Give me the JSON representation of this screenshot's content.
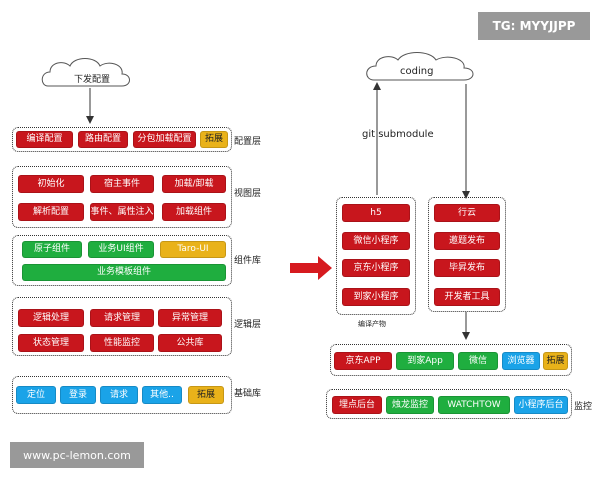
{
  "watermark_top": "TG: MYYJJPP",
  "watermark_bottom": "www.pc-lemon.com",
  "left": {
    "cloud_label": "下发配置",
    "config_layer": {
      "label": "配置层",
      "items": [
        "编译配置",
        "路由配置",
        "分包加载配置"
      ],
      "extend": "拓展"
    },
    "view_layer": {
      "label": "视图层",
      "items": [
        "初始化",
        "宿主事件",
        "加载/卸载",
        "解析配置",
        "事件、属性注入",
        "加载组件"
      ]
    },
    "component_lib": {
      "label": "组件库",
      "items": [
        "原子组件",
        "业务UI组件",
        "Taro-UI"
      ],
      "wide": "业务模板组件"
    },
    "logic_layer": {
      "label": "逻辑层",
      "items": [
        "逻辑处理",
        "请求管理",
        "异常管理",
        "状态管理",
        "性能监控",
        "公共库"
      ]
    },
    "base_lib": {
      "label": "基础库",
      "items": [
        "定位",
        "登录",
        "请求",
        "其他.."
      ],
      "extend": "拓展"
    }
  },
  "right": {
    "cloud_label": "coding",
    "git_label": "git submodule",
    "build_output_label": "编译产物",
    "build_outputs": [
      "h5",
      "微信小程序",
      "京东小程序",
      "到家小程序"
    ],
    "publish": [
      "行云",
      "邀题发布",
      "毕昇发布",
      "开发者工具"
    ],
    "apps": [
      "京东APP",
      "到家App",
      "微信",
      "浏览器"
    ],
    "apps_extend": "拓展",
    "monitor_label": "监控",
    "monitors": [
      "埋点后台",
      "烛龙监控",
      "WATCHTOW",
      "小程序后台"
    ]
  }
}
